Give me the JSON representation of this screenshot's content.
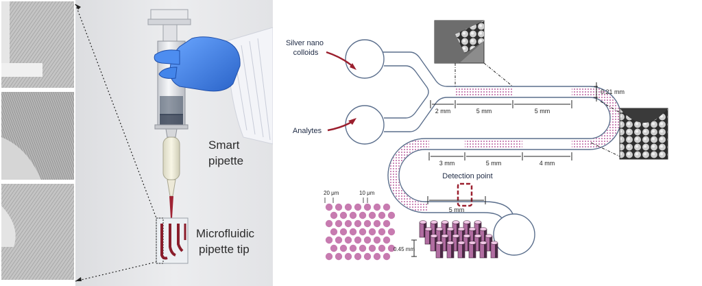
{
  "photo": {
    "label_smart": "Smart\npipette",
    "label_tip": "Microfluidic\npipette tip"
  },
  "diagram": {
    "inlet_silver": "Silver nano\ncolloids",
    "inlet_analytes": "Analytes",
    "detection_label": "Detection point",
    "width_label": "0.21 mm",
    "dim_top_1": "2 mm",
    "dim_top_2": "5 mm",
    "dim_top_3": "5 mm",
    "dim_mid_1": "3 mm",
    "dim_mid_2": "5 mm",
    "dim_mid_3": "4 mm",
    "dim_detect": "5 mm",
    "pillar_spacing_a": "20 μm",
    "pillar_spacing_b": "10 μm",
    "pillar_height": "0.45 mm"
  },
  "colors": {
    "channel_stroke": "#5a6e8c",
    "pillar_fill": "#c77bb0",
    "arrow_red": "#9b1f2e",
    "photo_background": "#e9eaec",
    "glove_blue": "#3f7fe0"
  }
}
